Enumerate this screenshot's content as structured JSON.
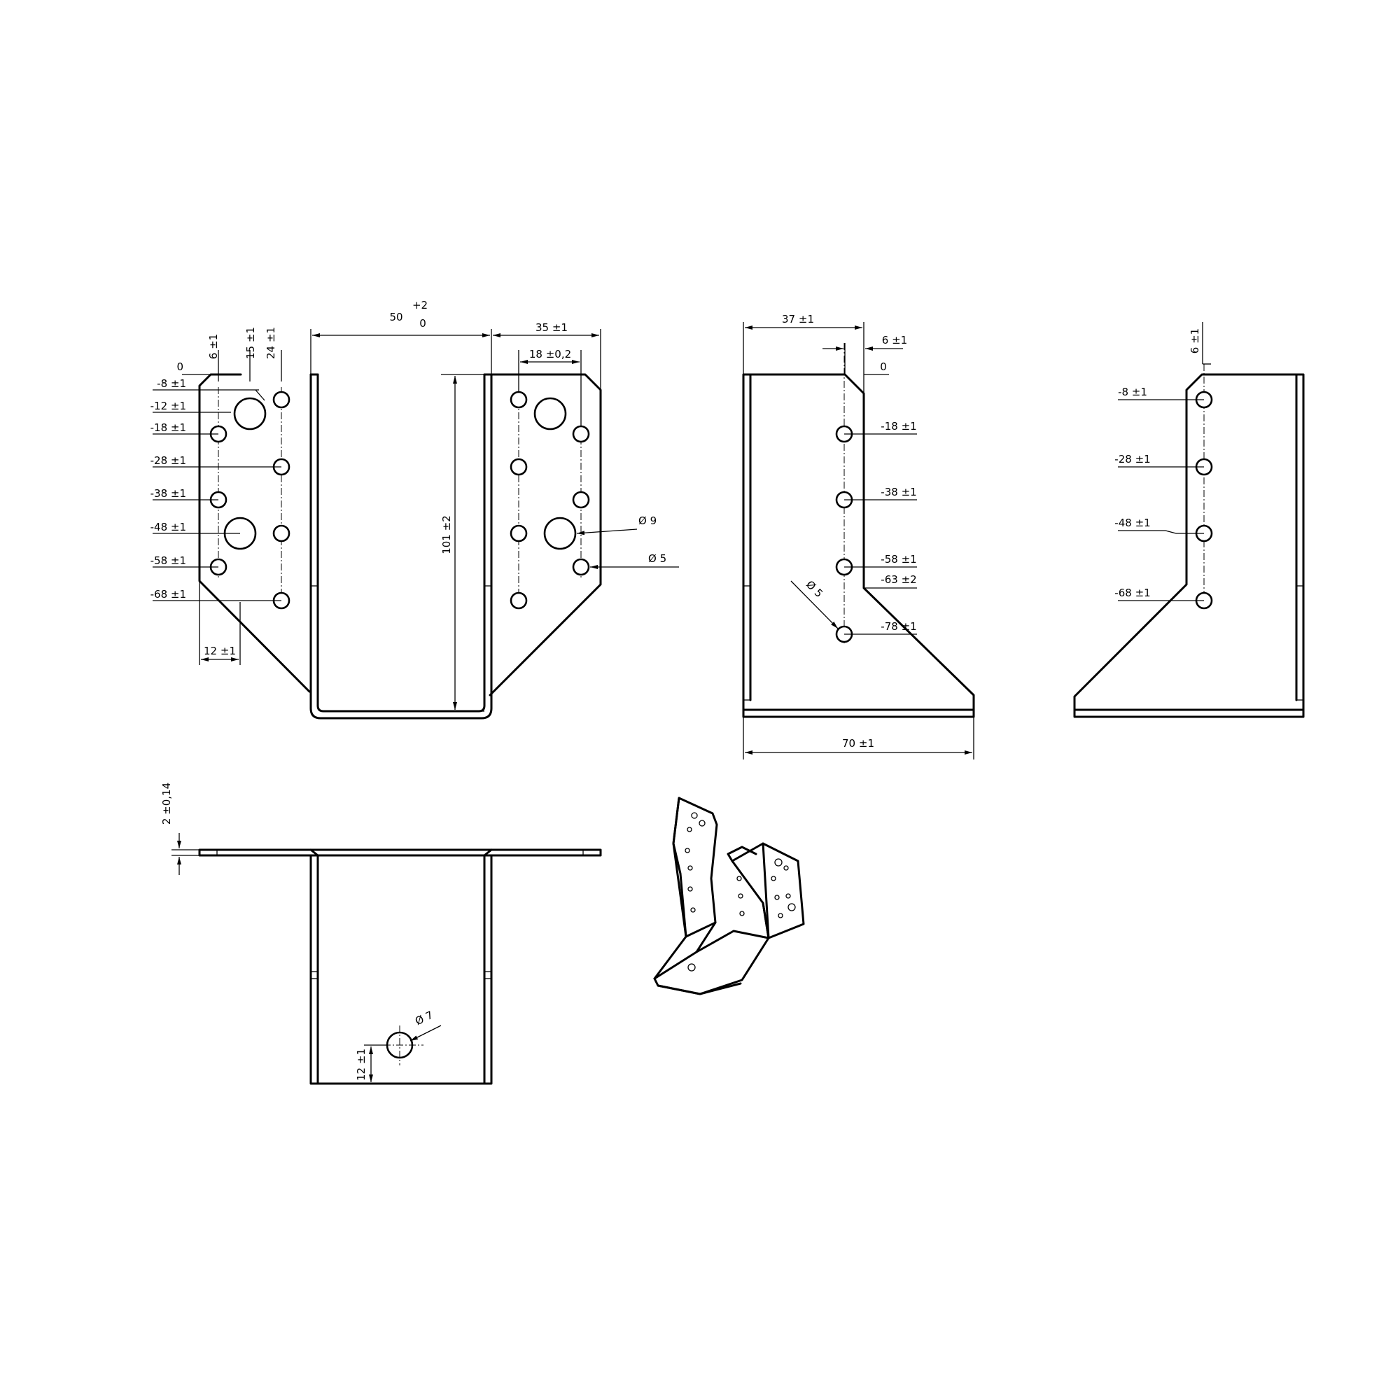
{
  "front_view": {
    "top_width": {
      "value": "50",
      "tol_upper": "+2",
      "tol_lower": "0"
    },
    "flange_width": "35 ±1",
    "hole_spacing": "18 ±0,2",
    "height": "101 ±2",
    "edge_offset": "12 ±1",
    "col_dims": [
      "6 ±1",
      "15 ±1",
      "24 ±1"
    ],
    "levels": [
      "0",
      "-8 ±1",
      "-12 ±1",
      "-18 ±1",
      "-28 ±1",
      "-38 ±1",
      "-48 ±1",
      "-58 ±1",
      "-68 ±1"
    ],
    "large_hole_dia": "Ø 9",
    "small_hole_dia": "Ø 5"
  },
  "side_view": {
    "top_width": "37 ±1",
    "corner": "6 ±1",
    "zero": "0",
    "levels": [
      "-18 ±1",
      "-38 ±1",
      "-58 ±1",
      "-63 ±2",
      "-78 ±1"
    ],
    "hole_dia": "Ø 5",
    "base_width": "70 ±1"
  },
  "back_view": {
    "corner": "6 ±1",
    "levels": [
      "-8 ±1",
      "-28 ±1",
      "-48 ±1",
      "-68 ±1"
    ]
  },
  "top_view": {
    "thickness": "2 ±0,14",
    "bottom_hole_dia": "Ø 7",
    "hole_offset": "12 ±1"
  }
}
